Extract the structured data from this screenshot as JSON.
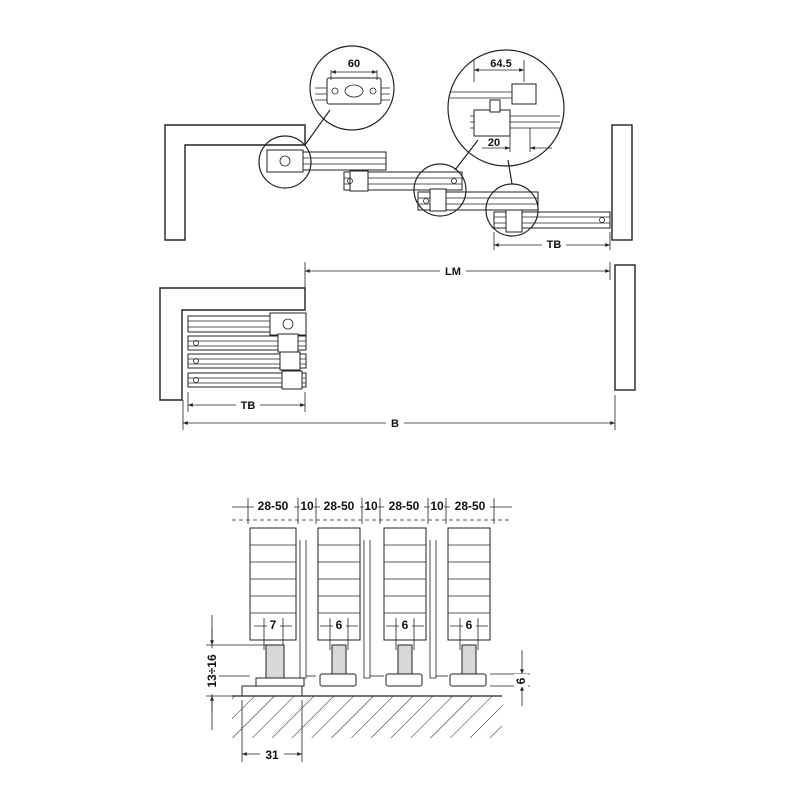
{
  "top_view": {
    "detail_1_dim": "60",
    "detail_2_dim_top": "64.5",
    "detail_2_dim_bottom": "20",
    "tb_label": "TB"
  },
  "middle_view": {
    "lm_label": "LM",
    "tb_label": "TB",
    "b_label": "B"
  },
  "section_view": {
    "panel_width_labels": [
      "28-50",
      "28-50",
      "28-50",
      "28-50"
    ],
    "gap_labels": [
      "10",
      "10",
      "10"
    ],
    "offset_labels": [
      "7",
      "6",
      "6",
      "6"
    ],
    "height_label_upper": "13÷16",
    "right_height_label": "6",
    "base_width_label": "31"
  }
}
